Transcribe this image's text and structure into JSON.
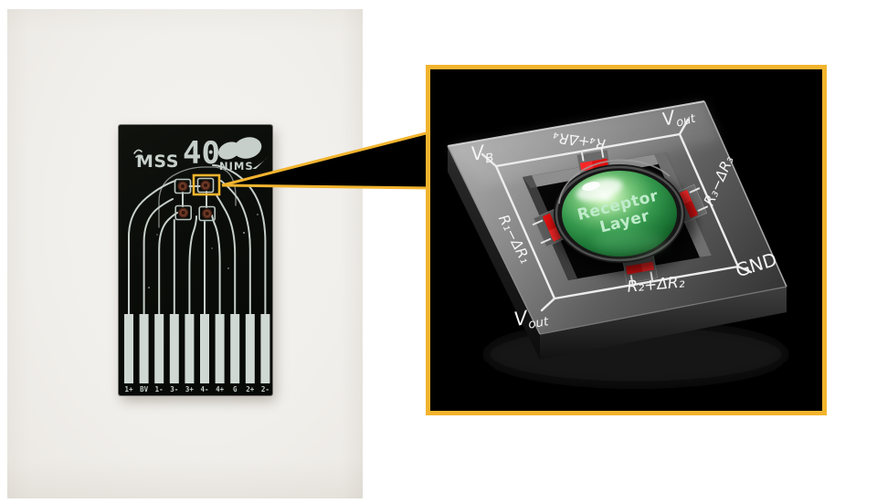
{
  "chip": {
    "brand": "MSS",
    "device_number": "40",
    "maker": "NIMS",
    "pin_labels": [
      "1+",
      "BV",
      "1-",
      "3-",
      "3+",
      "4-",
      "4+",
      "G",
      "2+",
      "2-"
    ],
    "colors": {
      "body_black": "#0a0c09",
      "trace_silver": "#c6cfc9",
      "sensor_pad_brown": "#5a2b1e",
      "highlight_box_yellow": "#f2b42e"
    }
  },
  "inset": {
    "border_color": "#f2b42e",
    "background": "#000000",
    "receptor": {
      "line1": "Receptor",
      "line2": "Layer"
    },
    "terminals": {
      "vb": {
        "main": "V",
        "sub": "B"
      },
      "vout_top": {
        "main": "V",
        "sub": "out"
      },
      "vout_bottom": {
        "main": "V",
        "sub": "out"
      },
      "gnd": "GND"
    },
    "resistors": {
      "r1": "R₁−ΔR₁",
      "r2": "R₂+ΔR₂",
      "r3": "R₃−ΔR₃",
      "r4": "R₄+ΔR₄"
    },
    "colors": {
      "dome_green": "#2f9448",
      "piezoresistor_red": "#e31111",
      "die_gray": "#6b6b6b",
      "label_white": "#f4f4f4",
      "receptor_text_green": "#bfeccb"
    }
  }
}
